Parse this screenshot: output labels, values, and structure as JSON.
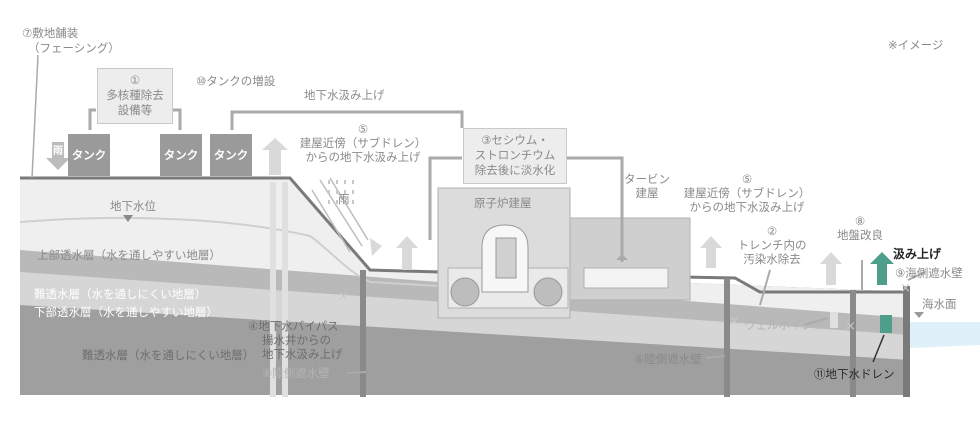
{
  "note": "※イメージ",
  "labels": {
    "paving_1": "⑦敷地舗装",
    "paving_2": "（フェーシング）",
    "multi_num": "①",
    "multi_1": "多核種除去",
    "multi_2": "設備等",
    "tank_add": "⑩タンクの増設",
    "pump_top": "地下水汲み上げ",
    "subdrain_l_num": "⑤",
    "subdrain_l_1": "建屋近傍（サブドレン）",
    "subdrain_l_2": "からの地下水汲み上げ",
    "cesium_1": "③セシウム・",
    "cesium_2": "ストロンチウム",
    "cesium_3": "除去後に淡水化",
    "turbine_1": "タービン",
    "turbine_2": "建屋",
    "reactor": "原子炉建屋",
    "subdrain_r_num": "⑤",
    "subdrain_r_1": "建屋近傍（サブドレン）",
    "subdrain_r_2": "からの地下水汲み上げ",
    "trench_num": "②",
    "trench_1": "トレンチ内の",
    "trench_2": "汚染水除去",
    "ground_num": "⑧",
    "ground_1": "地盤改良",
    "pump_up": "汲み上げ",
    "sea_wall": "⑨海側遮水壁",
    "sea_level": "海水面",
    "rain_left": "雨",
    "rain_mid": "雨",
    "groundwater_level": "地下水位",
    "layer1": "上部透水層（水を通しやすい地層）",
    "layer2": "難透水層（水を通しにくい地層）",
    "layer3": "下部透水層（水を通しやすい地層）",
    "layer4": "難透水層（水を通しにくい地層）",
    "bypass_1": "④地下水バイパス",
    "bypass_2": "揚水井からの",
    "bypass_3": "地下水汲み上げ",
    "land_wall_l": "⑥陸側遮水壁",
    "land_wall_r": "⑥陸側遮水壁",
    "well_point": "ウェルポイント",
    "drain": "⑪地下水ドレン"
  },
  "tanks": [
    "タンク",
    "タンク",
    "タンク"
  ],
  "colors": {
    "highlight": "#4e9e8c",
    "arrow": "#d9d9d9",
    "layer_upper": "#efefef",
    "layer_aquitard": "#b9b9b9",
    "layer_lower": "#d6d6d6",
    "layer_bottom": "#9f9f9f",
    "sea": "#dff0f8"
  }
}
